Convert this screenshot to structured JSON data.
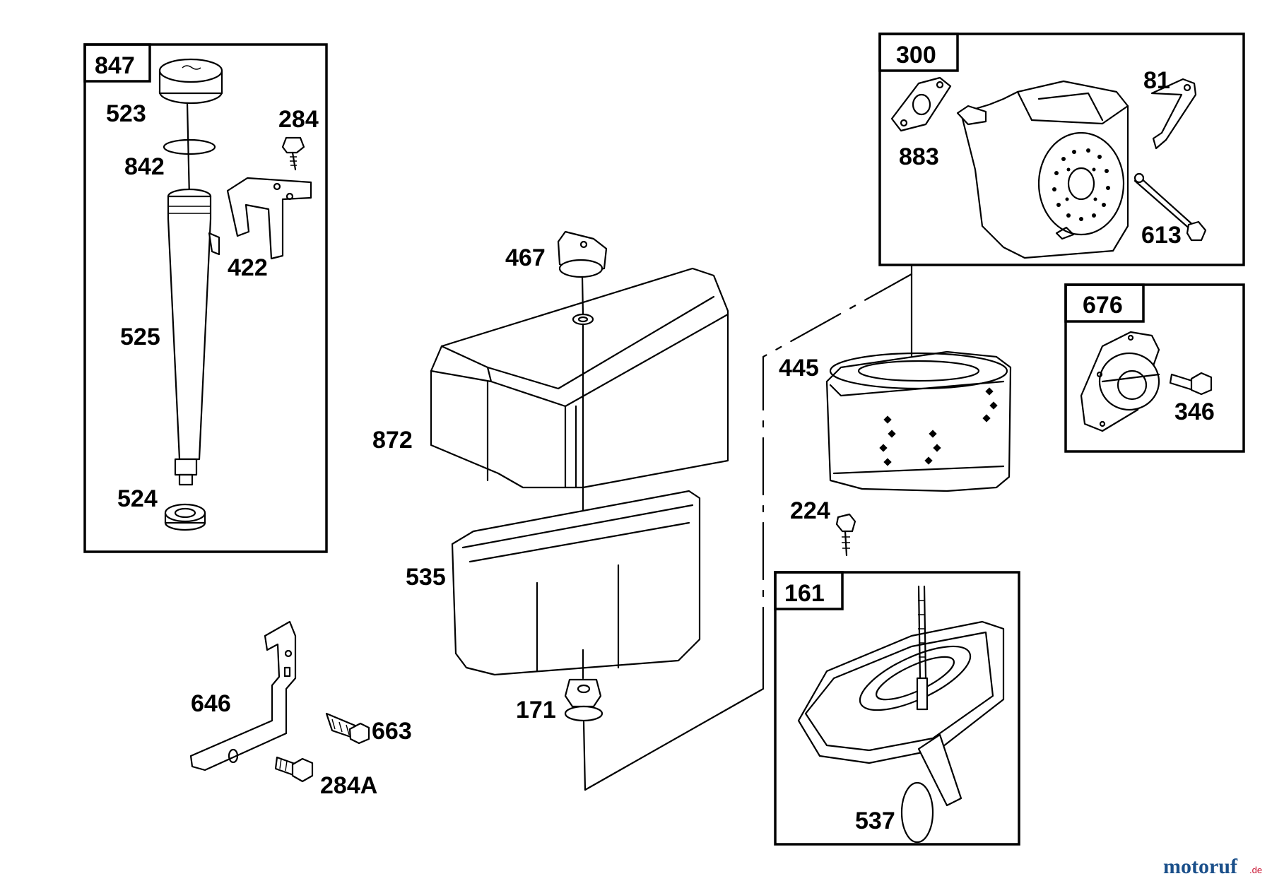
{
  "boxes": [
    {
      "id": "847",
      "label": "847"
    },
    {
      "id": "300",
      "label": "300"
    },
    {
      "id": "676",
      "label": "676"
    },
    {
      "id": "161",
      "label": "161"
    }
  ],
  "parts": {
    "p523": "523",
    "p842": "842",
    "p284": "284",
    "p422": "422",
    "p525": "525",
    "p524": "524",
    "p467": "467",
    "p872": "872",
    "p535": "535",
    "p171": "171",
    "p646": "646",
    "p663": "663",
    "p284a": "284A",
    "p883": "883",
    "p81": "81",
    "p613": "613",
    "p445": "445",
    "p224": "224",
    "p346": "346",
    "p537": "537"
  },
  "watermark": {
    "brand": "motoruf",
    "suffix": ".de",
    "color_brand": "#1a4f8a",
    "color_suffix": "#c8102e"
  }
}
